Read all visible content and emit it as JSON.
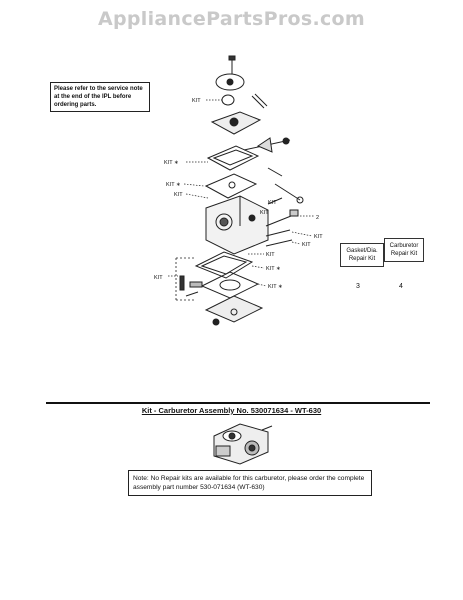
{
  "watermark": "AppliancePartsPros.com",
  "notice_text": "Please refer to the service note at the end of the IPL before ordering parts.",
  "callouts": {
    "kit": "KIT",
    "kit_star": "KIT ∗",
    "num_2": "2"
  },
  "repair_kits": [
    {
      "label": "Gasket/Dia. Repair Kit",
      "number": "3"
    },
    {
      "label": "Carburetor Repair Kit",
      "number": "4"
    }
  ],
  "section_title": "Kit - Carburetor Assembly No. 530071634 - WT-630",
  "note_text": "Note: No Repair kits are available for this carburetor, please order the complete assembly part number 530-071634 (WT-630)"
}
